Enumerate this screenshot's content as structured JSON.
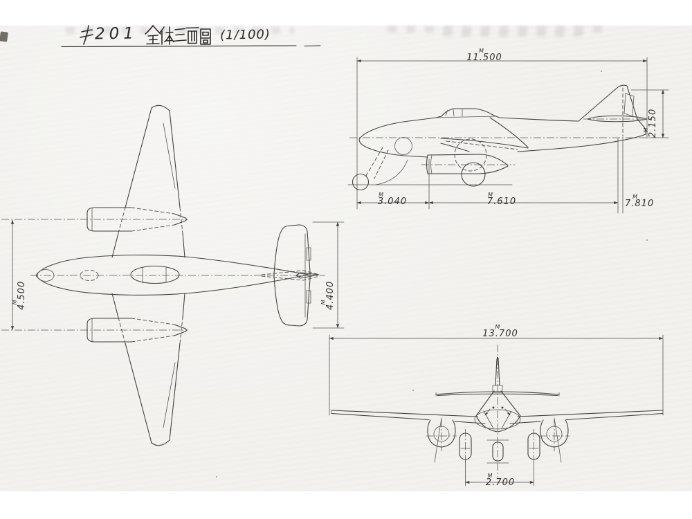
{
  "title": {
    "full": "キ 201 全体三面圖 (1/100)",
    "kana": "キ",
    "number": "201",
    "kanji": "全体三面圖",
    "scale": "(1/100)"
  },
  "colors": {
    "paper": "#f2f1ee",
    "ink": "#41413e",
    "handwriting": "#2b2a27",
    "margin": "#ffffff"
  },
  "dimensions": {
    "side_view": {
      "overall_length": {
        "value": "11.500",
        "unit": "M"
      },
      "fin_height": {
        "value": "2.150",
        "unit": "M"
      },
      "nose_to_main_gear": {
        "value": "3.040",
        "unit": "M"
      },
      "main_gear_to_tail": {
        "value": "7.610",
        "unit": "M"
      },
      "main_gear_to_tail_tip": {
        "value": "7.810",
        "unit": "M"
      }
    },
    "plan_view": {
      "nacelle_spacing": {
        "value": "4.500",
        "unit": "M"
      },
      "tailplane_span": {
        "value": "4.400",
        "unit": "M"
      }
    },
    "front_view": {
      "wing_span": {
        "value": "13.700",
        "unit": "M"
      },
      "wheel_track": {
        "value": "2.700",
        "unit": "M"
      }
    }
  }
}
